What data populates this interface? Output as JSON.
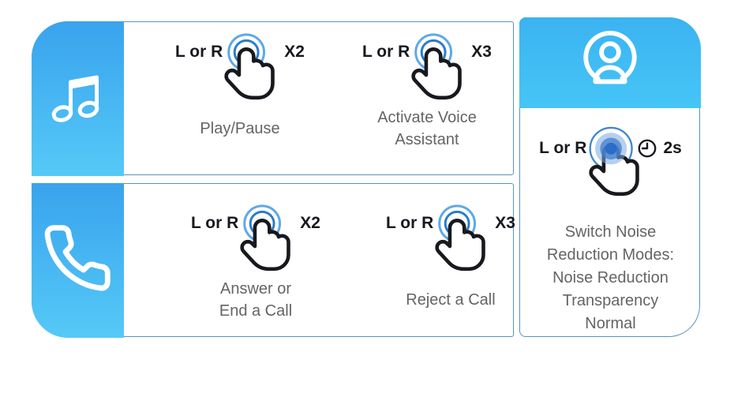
{
  "colors": {
    "tab_gradient_top": "#39a3ed",
    "tab_gradient_bottom": "#55c9f7",
    "header_gradient_top": "#3bb3f1",
    "header_gradient_bottom": "#46c5f6",
    "panel_border": "#5795ba",
    "label_text": "#17191e",
    "caption_text": "#646464",
    "ring_outer_blue": "#5fa9e6",
    "ring_inner_blue": "#2d7ccb",
    "press_fill_light": "#a9c9ee",
    "press_fill_mid": "#4f8fd6",
    "press_fill_dark": "#2b6cc8",
    "icon_stroke_white": "#ffffff",
    "hand_outline": "#17191e"
  },
  "panels": {
    "music": {
      "category_icon": "music-notes",
      "controls": [
        {
          "side": "L or R",
          "gesture_icon": "double-tap",
          "count": "X2",
          "caption": [
            "Play/Pause"
          ]
        },
        {
          "side": "L or R",
          "gesture_icon": "triple-tap",
          "count": "X3",
          "caption": [
            "Activate Voice",
            "Assistant"
          ]
        }
      ]
    },
    "call": {
      "category_icon": "phone",
      "controls": [
        {
          "side": "L or R",
          "gesture_icon": "double-tap",
          "count": "X2",
          "caption": [
            "Answer or",
            "End a Call"
          ]
        },
        {
          "side": "L or R",
          "gesture_icon": "triple-tap",
          "count": "X3",
          "caption": [
            "Reject a Call"
          ]
        }
      ]
    },
    "noise": {
      "category_icon": "voice-assistant",
      "control": {
        "side": "L or R",
        "gesture_icon": "press-hold",
        "duration": "2s",
        "caption": [
          "Switch Noise",
          "Reduction Modes:",
          "Noise Reduction",
          "Transparency",
          "Normal"
        ]
      }
    }
  }
}
